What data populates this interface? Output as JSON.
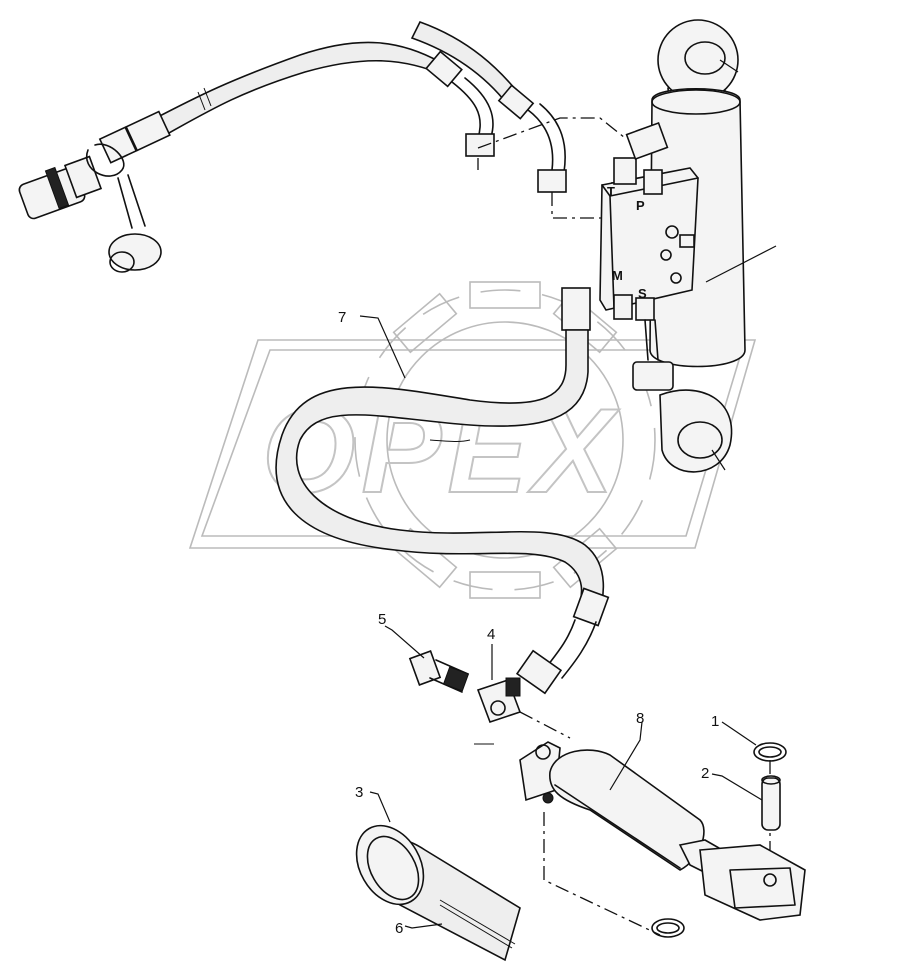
{
  "watermark": {
    "text": "OPEX"
  },
  "callouts": [
    {
      "id": "1",
      "label": "1"
    },
    {
      "id": "2",
      "label": "2"
    },
    {
      "id": "3",
      "label": "3"
    },
    {
      "id": "4",
      "label": "4"
    },
    {
      "id": "5",
      "label": "5"
    },
    {
      "id": "6",
      "label": "6"
    },
    {
      "id": "7",
      "label": "7"
    },
    {
      "id": "8",
      "label": "8"
    }
  ],
  "valve_ports": {
    "t": "T",
    "p": "P",
    "m": "M",
    "s": "S"
  },
  "icons": [
    "hydraulic-cylinder-icon",
    "hydraulic-hose-icon",
    "valve-block-icon",
    "quick-coupler-icon",
    "dust-cap-icon",
    "circlip-icon",
    "pin-icon",
    "protective-sleeve-icon",
    "hose-clamp-icon",
    "elbow-fitting-icon",
    "banjo-bolt-icon"
  ]
}
